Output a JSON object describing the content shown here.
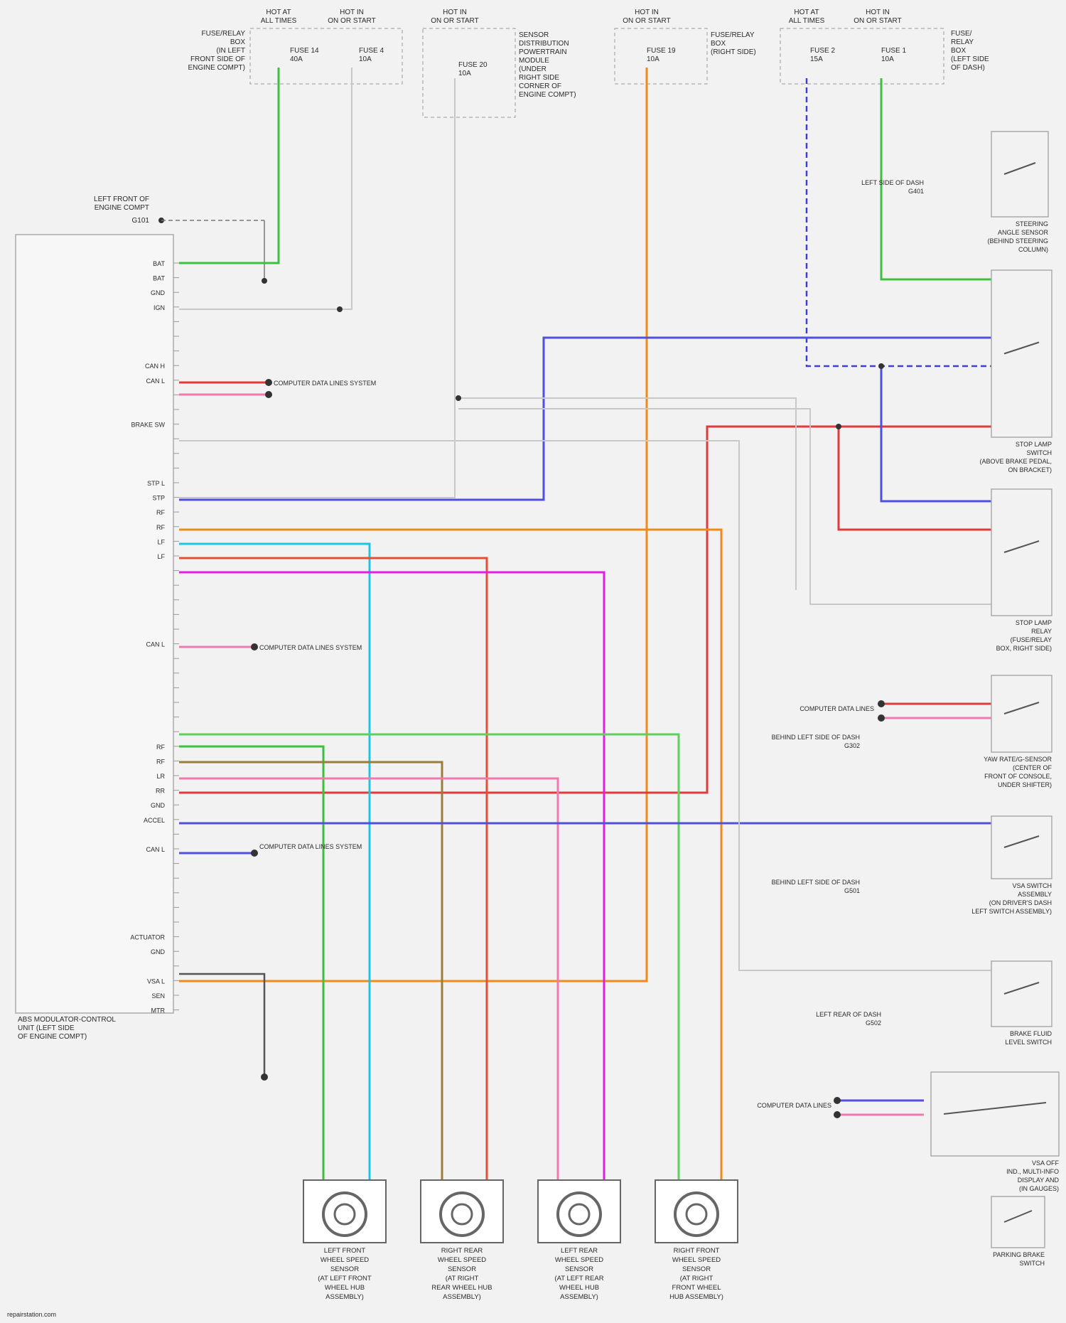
{
  "diagram": {
    "fuse_blocks": [
      {
        "line1": "HOT AT",
        "line2": "ALL TIMES",
        "fuse": "FUSE 14",
        "amps": "40A"
      },
      {
        "line1": "HOT IN",
        "line2": "ON OR START",
        "fuse": "FUSE 4",
        "amps": "10A"
      },
      {
        "line1": "HOT IN",
        "line2": "ON OR START",
        "fuse": "FUSE 20",
        "amps": "10A"
      },
      {
        "line1": "HOT IN",
        "line2": "ON OR START",
        "fuse": "FUSE 19",
        "amps": "10A"
      },
      {
        "line1": "HOT AT",
        "line2": "ALL TIMES",
        "fuse": "FUSE 2",
        "amps": "15A"
      },
      {
        "line1": "HOT IN",
        "line2": "ON OR START",
        "fuse": "FUSE 1",
        "amps": "10A"
      }
    ],
    "fuse_box_left_label": [
      "FUSE/RELAY",
      "BOX",
      "(IN LEFT",
      "FRONT SIDE OF",
      "ENGINE COMPT)"
    ],
    "fuse_box_right_label": [
      "FUSE/",
      "RELAY",
      "BOX",
      "(LEFT SIDE",
      "OF DASH)"
    ],
    "ucm_label": [
      "SENSOR",
      "DISTRIBUTION",
      "POWERTRAIN",
      "MODULE",
      "(UNDER",
      "RIGHT SIDE",
      "CORNER OF",
      "ENGINE COMPT)"
    ],
    "fuse_box_center_label": [
      "FUSE/RELAY",
      "BOX",
      "(RIGHT SIDE)"
    ],
    "ground_left": [
      "LEFT FRONT OF",
      "ENGINE COMPT",
      "G101"
    ],
    "module_pins": [
      "BAT",
      "BAT",
      "GND",
      "IGN",
      "",
      "",
      "",
      "CAN H",
      "CAN L",
      "",
      "",
      "BRAKE SW",
      "",
      "",
      "",
      "STP L",
      "STP",
      "RF",
      "RF",
      "LF",
      "LF",
      "",
      "",
      "",
      "",
      "",
      "CAN L",
      "",
      "",
      "",
      "",
      "",
      "",
      "RF",
      "RF",
      "LR",
      "RR",
      "GND",
      "ACCEL",
      "",
      "CAN L",
      "",
      "",
      "",
      "",
      "",
      "ACTUATOR",
      "GND",
      "",
      "VSA L",
      "SEN",
      "MTR"
    ],
    "module_label": [
      "ABS MODULATOR-CONTROL",
      "UNIT (LEFT SIDE",
      "OF ENGINE COMPT)"
    ],
    "wheel_sensors": [
      {
        "l1": "LEFT FRONT",
        "l2": "WHEEL SPEED",
        "l3": "SENSOR",
        "l4": "(AT LEFT FRONT",
        "l5": "WHEEL HUB",
        "l6": "ASSEMBLY)"
      },
      {
        "l1": "RIGHT REAR",
        "l2": "WHEEL SPEED",
        "l3": "SENSOR",
        "l4": "(AT RIGHT",
        "l5": "REAR WHEEL HUB",
        "l6": "ASSEMBLY)"
      },
      {
        "l1": "LEFT REAR",
        "l2": "WHEEL SPEED",
        "l3": "SENSOR",
        "l4": "(AT LEFT REAR",
        "l5": "WHEEL HUB",
        "l6": "ASSEMBLY)"
      },
      {
        "l1": "RIGHT FRONT",
        "l2": "WHEEL SPEED",
        "l3": "SENSOR",
        "l4": "(AT RIGHT",
        "l5": "FRONT WHEEL",
        "l6": "HUB ASSEMBLY)"
      }
    ],
    "right_components": [
      {
        "l1": "STEERING",
        "l2": "ANGLE SENSOR",
        "l3": "(BEHIND STEERING",
        "l4": "COLUMN)"
      },
      {
        "l1": "STOP LAMP",
        "l2": "SWITCH",
        "l3": "(ABOVE BRAKE PEDAL,",
        "l4": "ON BRACKET)"
      },
      {
        "l1": "STOP LAMP",
        "l2": "RELAY",
        "l3": "(FUSE/RELAY",
        "l4": "BOX, RIGHT SIDE)"
      },
      {
        "l1": "YAW RATE/G-SENSOR",
        "l2": "(CENTER OF",
        "l3": "FRONT OF CONSOLE,",
        "l4": "UNDER SHIFTER)"
      },
      {
        "l1": "VSA SWITCH",
        "l2": "ASSEMBLY",
        "l3": "(ON DRIVER'S DASH",
        "l4": "LEFT SWITCH ASSEMBLY)"
      },
      {
        "l1": "BRAKE FLUID",
        "l2": "LEVEL SWITCH",
        "l3": "",
        "l4": ""
      },
      {
        "l1": "VSA OFF",
        "l2": "IND., MULTI-INFO",
        "l3": "DISPLAY AND",
        "l4": "(IN GAUGES)"
      },
      {
        "l1": "PARKING BRAKE",
        "l2": "SWITCH",
        "l3": "",
        "l4": ""
      }
    ],
    "grounds": [
      {
        "id": "G501",
        "text": "BEHIND LEFT SIDE OF DASH"
      },
      {
        "id": "G502",
        "text": "LEFT REAR OF DASH"
      },
      {
        "id": "G302",
        "text": "BEHIND LEFT SIDE OF DASH"
      },
      {
        "id": "G401",
        "text": "LEFT SIDE OF DASH"
      }
    ],
    "connector_labels": {
      "canh": "COMPUTER DATA LINES SYSTEM",
      "canl": "COMPUTER DATA LINES SYSTEM",
      "can_low": "COMPUTER DATA LINES SYSTEM",
      "yaw_can": "COMPUTER DATA LINES",
      "gauge_can": "COMPUTER DATA LINES"
    },
    "wire_colors": [
      "GRN",
      "WHT",
      "GRN/RED",
      "BLU/WHT",
      "ORN",
      "BLU/RED",
      "RED",
      "YEL",
      "BRN",
      "PNK",
      "LT GRN",
      "BLK",
      "GRY"
    ],
    "footer": "repairstation.com"
  },
  "colors": {
    "green": "#3fbf3f",
    "orange": "#f08a1c",
    "blue": "#4040d0",
    "red": "#e03a3a",
    "cyan": "#1ec4e6",
    "magenta": "#e020e0",
    "pink": "#f07ab0",
    "brown": "#9a7d3a",
    "gray": "#9a9a9a",
    "black": "#333333"
  }
}
